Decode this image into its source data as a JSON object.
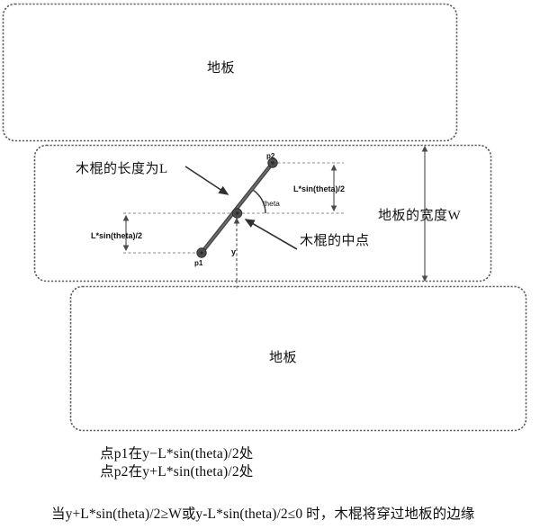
{
  "diagram": {
    "title_concept": "Buffon needle / stick crossing floor boards",
    "floors": [
      {
        "label": "地板"
      },
      {
        "label": "地板"
      }
    ],
    "middle_board": {
      "width_label": "地板的宽度W"
    },
    "annotations": {
      "stick_length": "木棍的长度为L",
      "stick_midpoint": "木棍的中点",
      "angle": "theta",
      "y_distance": "y",
      "upper_half_projection": "L*sin(theta)/2",
      "lower_half_projection": "L*sin(theta)/2"
    },
    "points": {
      "p1": "p1",
      "p2": "p2"
    },
    "captions": [
      "点p1在y−L*sin(theta)/2处",
      "点p2在y+L*sin(theta)/2处"
    ],
    "condition": "当y+L*sin(theta)/2≥W或y-L*sin(theta)/2≤0 时，木棍将穿过地板的边缘"
  },
  "colors": {
    "board_stroke": "#595959",
    "stick": "#4a4a4a",
    "dim_line": "#7a7a7a",
    "text": "#111111",
    "background": "#ffffff"
  }
}
